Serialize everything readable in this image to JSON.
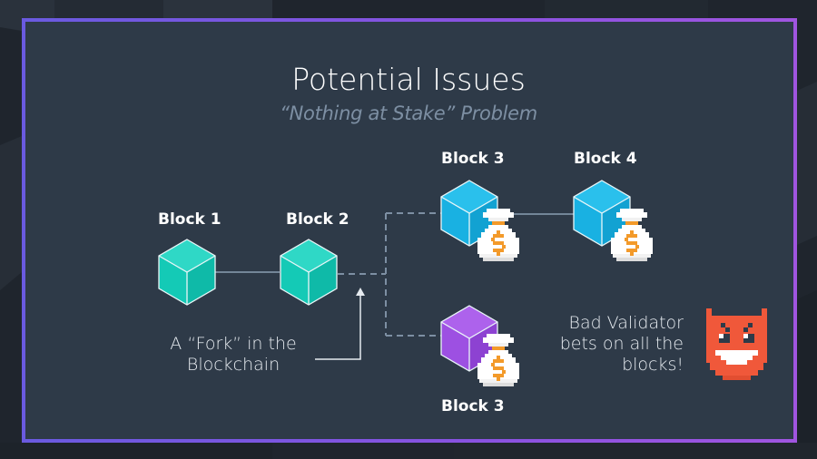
{
  "slide": {
    "title": "Potential Issues",
    "subtitle": "“Nothing at Stake” Problem"
  },
  "blocks": [
    {
      "label": "Block 1",
      "color": "#13c9b5",
      "chain": "main"
    },
    {
      "label": "Block 2",
      "color": "#13c9b5",
      "chain": "main"
    },
    {
      "label": "Block 3",
      "color": "#1ab0e0",
      "chain": "fork-top",
      "stake_icon": "money-bag-icon"
    },
    {
      "label": "Block 4",
      "color": "#1ab0e0",
      "chain": "fork-top",
      "stake_icon": "money-bag-icon"
    },
    {
      "label": "Block 3",
      "color": "#9d4fe0",
      "chain": "fork-bottom",
      "stake_icon": "money-bag-icon"
    }
  ],
  "fork_caption": {
    "line1": "A “Fork” in the",
    "line2": "Blockchain"
  },
  "validator_caption": {
    "line1": "Bad Validator",
    "line2": "bets on all the",
    "line3": "blocks!",
    "icon": "devil-icon",
    "icon_color": "#f0583a"
  },
  "colors": {
    "background": "#2e3a48",
    "frame_left": "#6a5ae0",
    "frame_right": "#a055e0",
    "connector": "#7d8fa3",
    "bag_accent": "#f39a2a"
  }
}
